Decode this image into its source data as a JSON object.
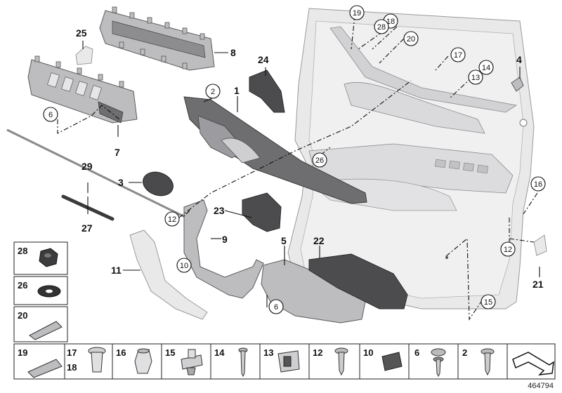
{
  "diagram": {
    "image_number": "464794",
    "callouts": {
      "c1": "1",
      "c2": "2",
      "c3": "3",
      "c4": "4",
      "c5": "5",
      "c6a": "6",
      "c6b": "6",
      "c7": "7",
      "c8": "8",
      "c9": "9",
      "c10": "10",
      "c11": "11",
      "c12a": "12",
      "c12b": "12",
      "c13": "13",
      "c14": "14",
      "c15": "15",
      "c16": "16",
      "c17": "17",
      "c18": "18",
      "c19": "19",
      "c20": "20",
      "c21": "21",
      "c22": "22",
      "c23": "23",
      "c24": "24",
      "c25": "25",
      "c26": "26",
      "c27": "27",
      "c28": "28",
      "c29": "29"
    },
    "fastener_grid": {
      "left_column": [
        {
          "label": "28",
          "part": "hex-nut"
        },
        {
          "label": "26",
          "part": "washer"
        },
        {
          "label": "20",
          "part": "clip"
        },
        {
          "label": "19",
          "part": "clip"
        }
      ],
      "bottom_row": [
        {
          "label": "17",
          "label2": "18",
          "part": "expanding-rivet"
        },
        {
          "label": "16",
          "part": "plug-clip"
        },
        {
          "label": "15",
          "part": "push-clip"
        },
        {
          "label": "14",
          "part": "screw"
        },
        {
          "label": "13",
          "part": "spring-clip"
        },
        {
          "label": "12",
          "part": "screw"
        },
        {
          "label": "10",
          "part": "clip"
        },
        {
          "label": "6",
          "part": "collar-screw"
        },
        {
          "label": "2",
          "part": "screw"
        },
        {
          "label": "",
          "part": "arrow-symbol"
        }
      ]
    }
  }
}
